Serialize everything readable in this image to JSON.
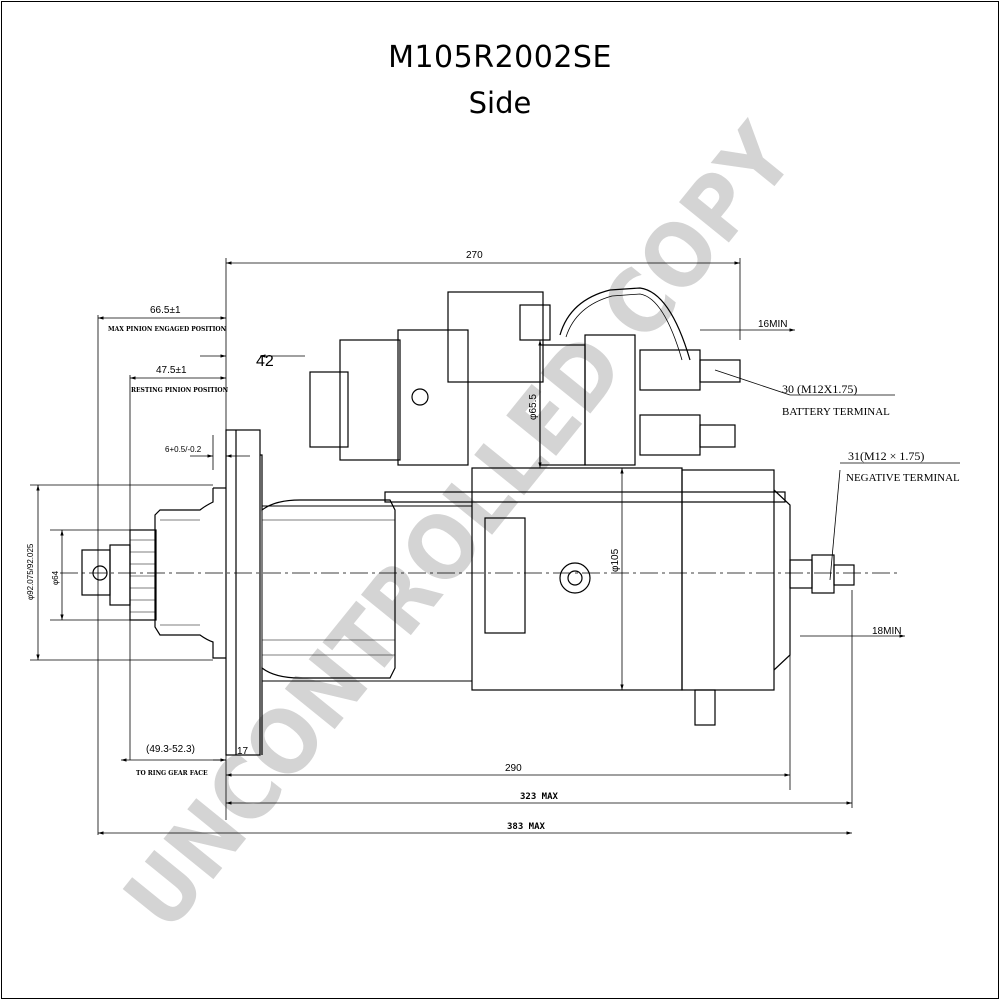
{
  "title": "M105R2002SE",
  "subtitle": "Side",
  "watermark": "UNCONTROLLED COPY",
  "dimensions": {
    "overall_top": "270",
    "mount_offset": "42",
    "pinion_engaged": "66.5±1",
    "pinion_engaged_note": "MAX PINION ENGAGED POSITION",
    "pinion_resting": "47.5±1",
    "pinion_resting_note": "RESTING PINION POSITION",
    "flange_thickness": "6+0.5/-0.2",
    "pilot_diameter": "φ92.075/92.025",
    "pinion_diameter": "φ64",
    "solenoid_height": "φ65.5",
    "motor_diameter": "φ105",
    "battery_min": "16MIN",
    "battery_terminal_spec": "30 (M12X1.75)",
    "battery_terminal_label": "BATTERY TERMINAL",
    "negative_terminal_spec": "31(M12 × 1.75)",
    "negative_terminal_label": "NEGATIVE TERMINAL",
    "negative_min": "18MIN",
    "ring_gear_range": "(49.3-52.3)",
    "ring_gear_note": "TO RING GEAR FACE",
    "flange_to_nose": "17",
    "body_length": "290",
    "max_323": "323 MAX",
    "max_383": "383 MAX"
  }
}
